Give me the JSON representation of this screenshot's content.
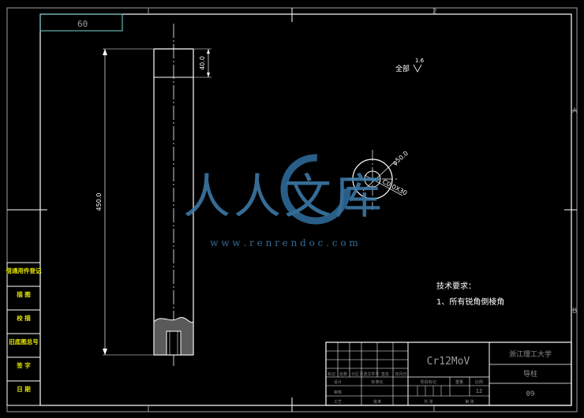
{
  "drawing": {
    "corner_label": "60",
    "zone_top": "2",
    "zone_right_a": "A",
    "zone_right_b": "B",
    "dim_length": "450.0",
    "dim_head": "40.0",
    "dim_dia": "φ50.0",
    "dim_chamfer": "C0.0X30",
    "surface_label": "全部",
    "surface_value": "1.6",
    "tech_title": "技术要求：",
    "tech_item1": "1、所有锐角倒棱角"
  },
  "left_strip": [
    "借通用件登记",
    "描 图",
    "校 描",
    "旧底图总号",
    "签 字",
    "日 期"
  ],
  "title_block": {
    "material": "Cr12MoV",
    "school": "浙江理工大学",
    "part_name": "导柱",
    "drawing_no": "09",
    "scale": "12",
    "row_labels": [
      "标记",
      "处数",
      "分区",
      "更改文件号",
      "签名",
      "年月日"
    ],
    "design": "设计",
    "standard": "标准化",
    "process": "工艺",
    "approve": "批准",
    "stage": "阶段标记",
    "weight": "重量",
    "ratio": "比例",
    "total": "共 张",
    "sheet": "第 张",
    "review": "审核"
  },
  "watermark": {
    "text": "人人文库",
    "url": "w w w . r e n r e n d o c . c o m"
  }
}
